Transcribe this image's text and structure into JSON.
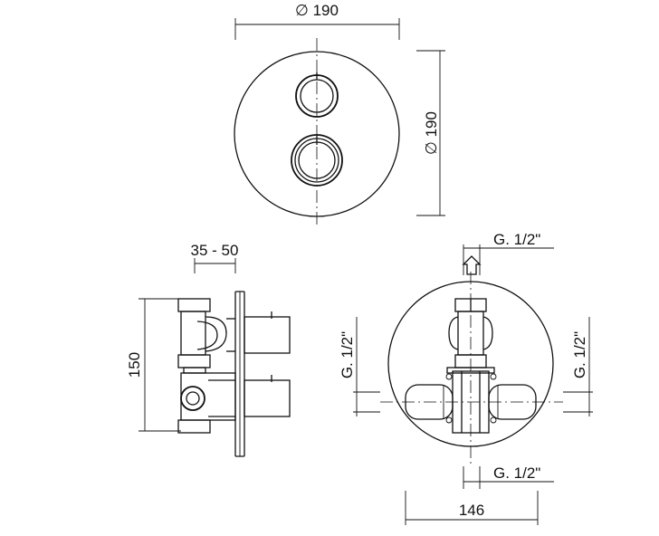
{
  "drawing": {
    "top_view": {
      "width_dim": "∅ 190",
      "height_dim": "∅ 190"
    },
    "side_view": {
      "depth_dim": "35 - 50",
      "height_dim": "150"
    },
    "rear_view": {
      "top_outlet": "G. 1/2\"",
      "left_inlet": "G. 1/2\"",
      "right_inlet": "G. 1/2\"",
      "bottom_outlet": "G. 1/2\"",
      "width_dim": "146"
    }
  }
}
